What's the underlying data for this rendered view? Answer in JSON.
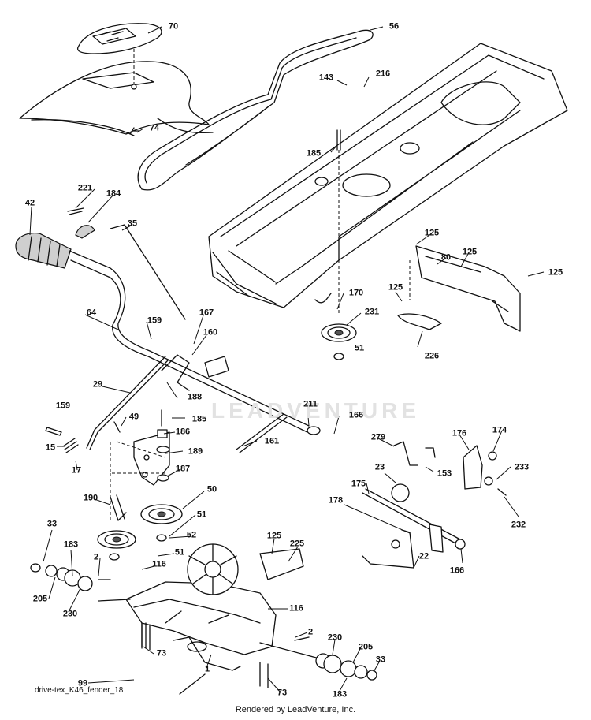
{
  "diagram": {
    "callouts": [
      "70",
      "56",
      "74",
      "143",
      "216",
      "185",
      "221",
      "184",
      "42",
      "35",
      "125",
      "80",
      "125",
      "125",
      "125",
      "170",
      "64",
      "231",
      "51",
      "159",
      "167",
      "160",
      "226",
      "29",
      "188",
      "211",
      "166",
      "159",
      "49",
      "185",
      "186",
      "161",
      "279",
      "176",
      "174",
      "15",
      "189",
      "17",
      "187",
      "23",
      "153",
      "233",
      "175",
      "178",
      "190",
      "50",
      "232",
      "33",
      "52",
      "51",
      "125",
      "225",
      "183",
      "51",
      "2",
      "116",
      "22",
      "166",
      "205",
      "230",
      "116",
      "2",
      "230",
      "205",
      "73",
      "33",
      "1",
      "99",
      "73",
      "183"
    ],
    "watermark": "LEADVENTURE"
  },
  "footer": {
    "diagram_id": "drive-tex_K46_fender_18",
    "credit": "Rendered by LeadVenture, Inc."
  }
}
